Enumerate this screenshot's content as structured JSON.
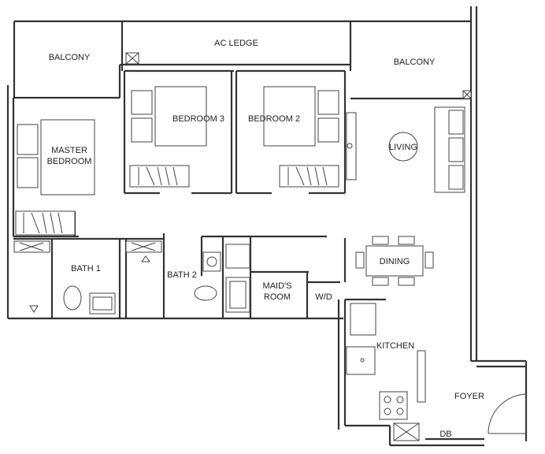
{
  "rooms": {
    "ac_ledge": "AC LEDGE",
    "balcony_left": "BALCONY",
    "balcony_right": "BALCONY",
    "master_bedroom_line1": "MASTER",
    "master_bedroom_line2": "BEDROOM",
    "bedroom_3": "BEDROOM 3",
    "bedroom_2": "BEDROOM 2",
    "living": "LIVING",
    "dining": "DINING",
    "bath_1": "BATH 1",
    "bath_2": "BATH 2",
    "maids_room_line1": "MAID'S",
    "maids_room_line2": "ROOM",
    "wd": "W/D",
    "kitchen": "KITCHEN",
    "foyer": "FOYER",
    "db": "DB"
  }
}
